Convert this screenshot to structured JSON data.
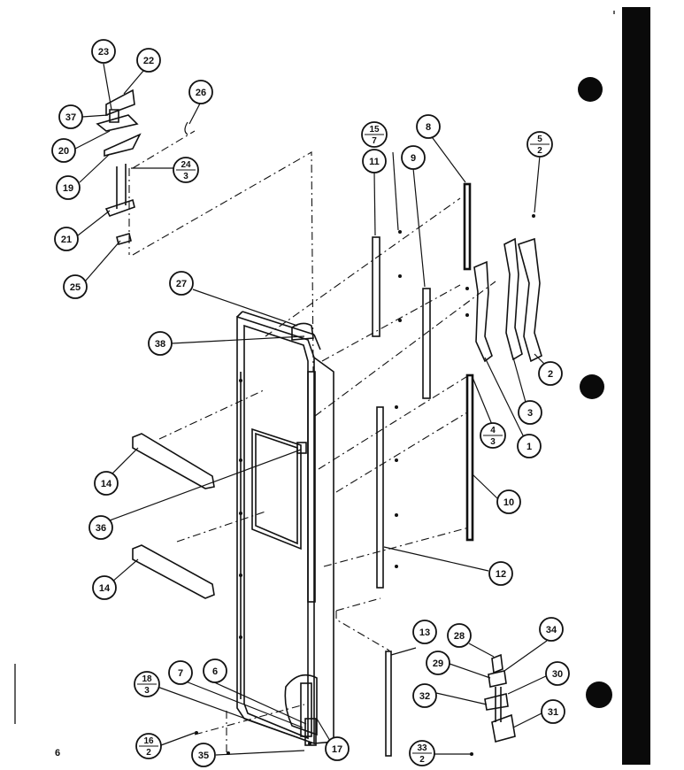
{
  "page_number": "6",
  "callouts": [
    {
      "label": "23"
    },
    {
      "label": "22"
    },
    {
      "label": "26"
    },
    {
      "label": "37"
    },
    {
      "label": "20"
    },
    {
      "label": "19"
    },
    {
      "label": "21"
    },
    {
      "label": "25"
    },
    {
      "label": "11"
    },
    {
      "label": "9"
    },
    {
      "label": "8"
    },
    {
      "label": "27"
    },
    {
      "label": "38"
    },
    {
      "label": "2"
    },
    {
      "label": "3"
    },
    {
      "label": "1"
    },
    {
      "label": "14"
    },
    {
      "label": "36"
    },
    {
      "label": "10"
    },
    {
      "label": "14"
    },
    {
      "label": "12"
    },
    {
      "label": "13"
    },
    {
      "label": "28"
    },
    {
      "label": "34"
    },
    {
      "label": "29"
    },
    {
      "label": "30"
    },
    {
      "label": "32"
    },
    {
      "label": "31"
    },
    {
      "label": "7"
    },
    {
      "label": "6"
    },
    {
      "label": "17"
    },
    {
      "label": "35"
    }
  ],
  "fraction_callouts": [
    {
      "num": "24",
      "den": "3"
    },
    {
      "num": "15",
      "den": "7"
    },
    {
      "num": "5",
      "den": "2"
    },
    {
      "num": "4",
      "den": "3"
    },
    {
      "num": "18",
      "den": "3"
    },
    {
      "num": "16",
      "den": "2"
    },
    {
      "num": "33",
      "den": "2"
    }
  ],
  "colors": {
    "ink": "#111111",
    "paper": "#ffffff"
  }
}
